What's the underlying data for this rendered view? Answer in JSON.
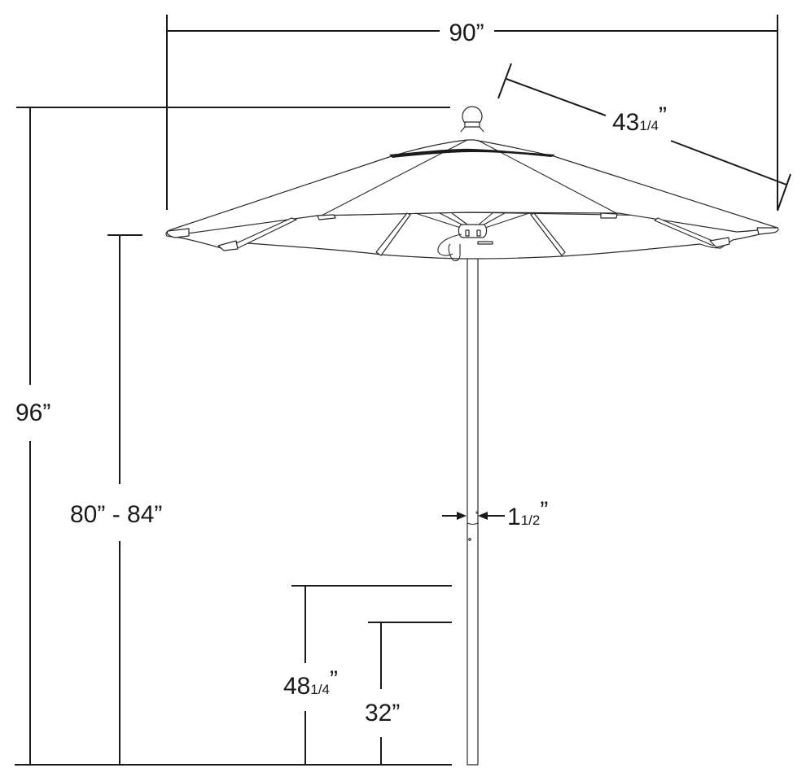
{
  "diagram": {
    "subject": "Patio market umbrella dimension drawing",
    "colors": {
      "line": "#1a1a1a",
      "background": "#ffffff"
    },
    "dimensions": {
      "canopy_width": {
        "value": "90",
        "unit": "”",
        "label": "90”"
      },
      "rib_length": {
        "whole": "43",
        "fraction": "1/4",
        "unit": "”"
      },
      "overall_height": {
        "value": "96",
        "unit": "”",
        "label": "96”"
      },
      "clearance_height": {
        "label": "80” - 84”"
      },
      "pole_diameter": {
        "whole": "1",
        "fraction": "1/2",
        "unit": "”"
      },
      "lower_pole_height": {
        "whole": "48",
        "fraction": "1/4",
        "unit": "”"
      },
      "table_height": {
        "value": "32",
        "unit": "”",
        "label": "32”"
      }
    }
  }
}
